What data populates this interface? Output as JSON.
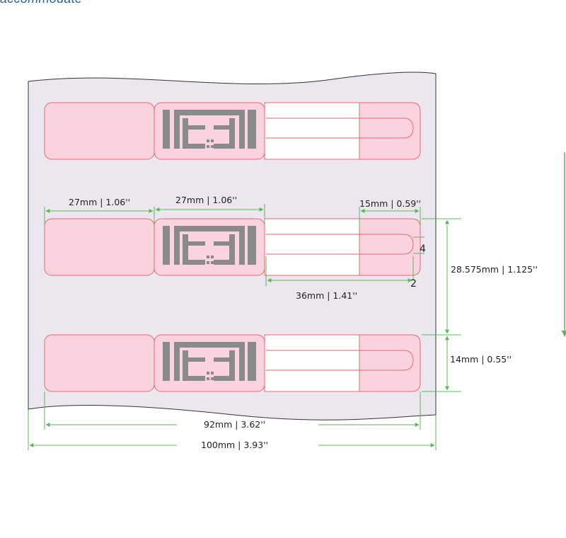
{
  "caption": "accommodate",
  "dimensions": {
    "tail_left_width": "27mm | 1.06''",
    "inlay_width": "27mm | 1.06''",
    "tab_width": "15mm | 0.59''",
    "slot_length": "36mm | 1.41''",
    "pitch": "28.575mm | 1.125''",
    "label_height": "14mm | 0.55''",
    "label_width": "92mm | 3.62''",
    "liner_width": "100mm | 3.93''",
    "slot_gap_a": "4",
    "slot_gap_b": "2"
  },
  "colors": {
    "label_fill": "#fbd3de",
    "label_stroke": "#e26a72",
    "dimension_line": "#5cb85c",
    "liner_fill": "#ece6ee",
    "antenna": "#8a8a8a"
  }
}
